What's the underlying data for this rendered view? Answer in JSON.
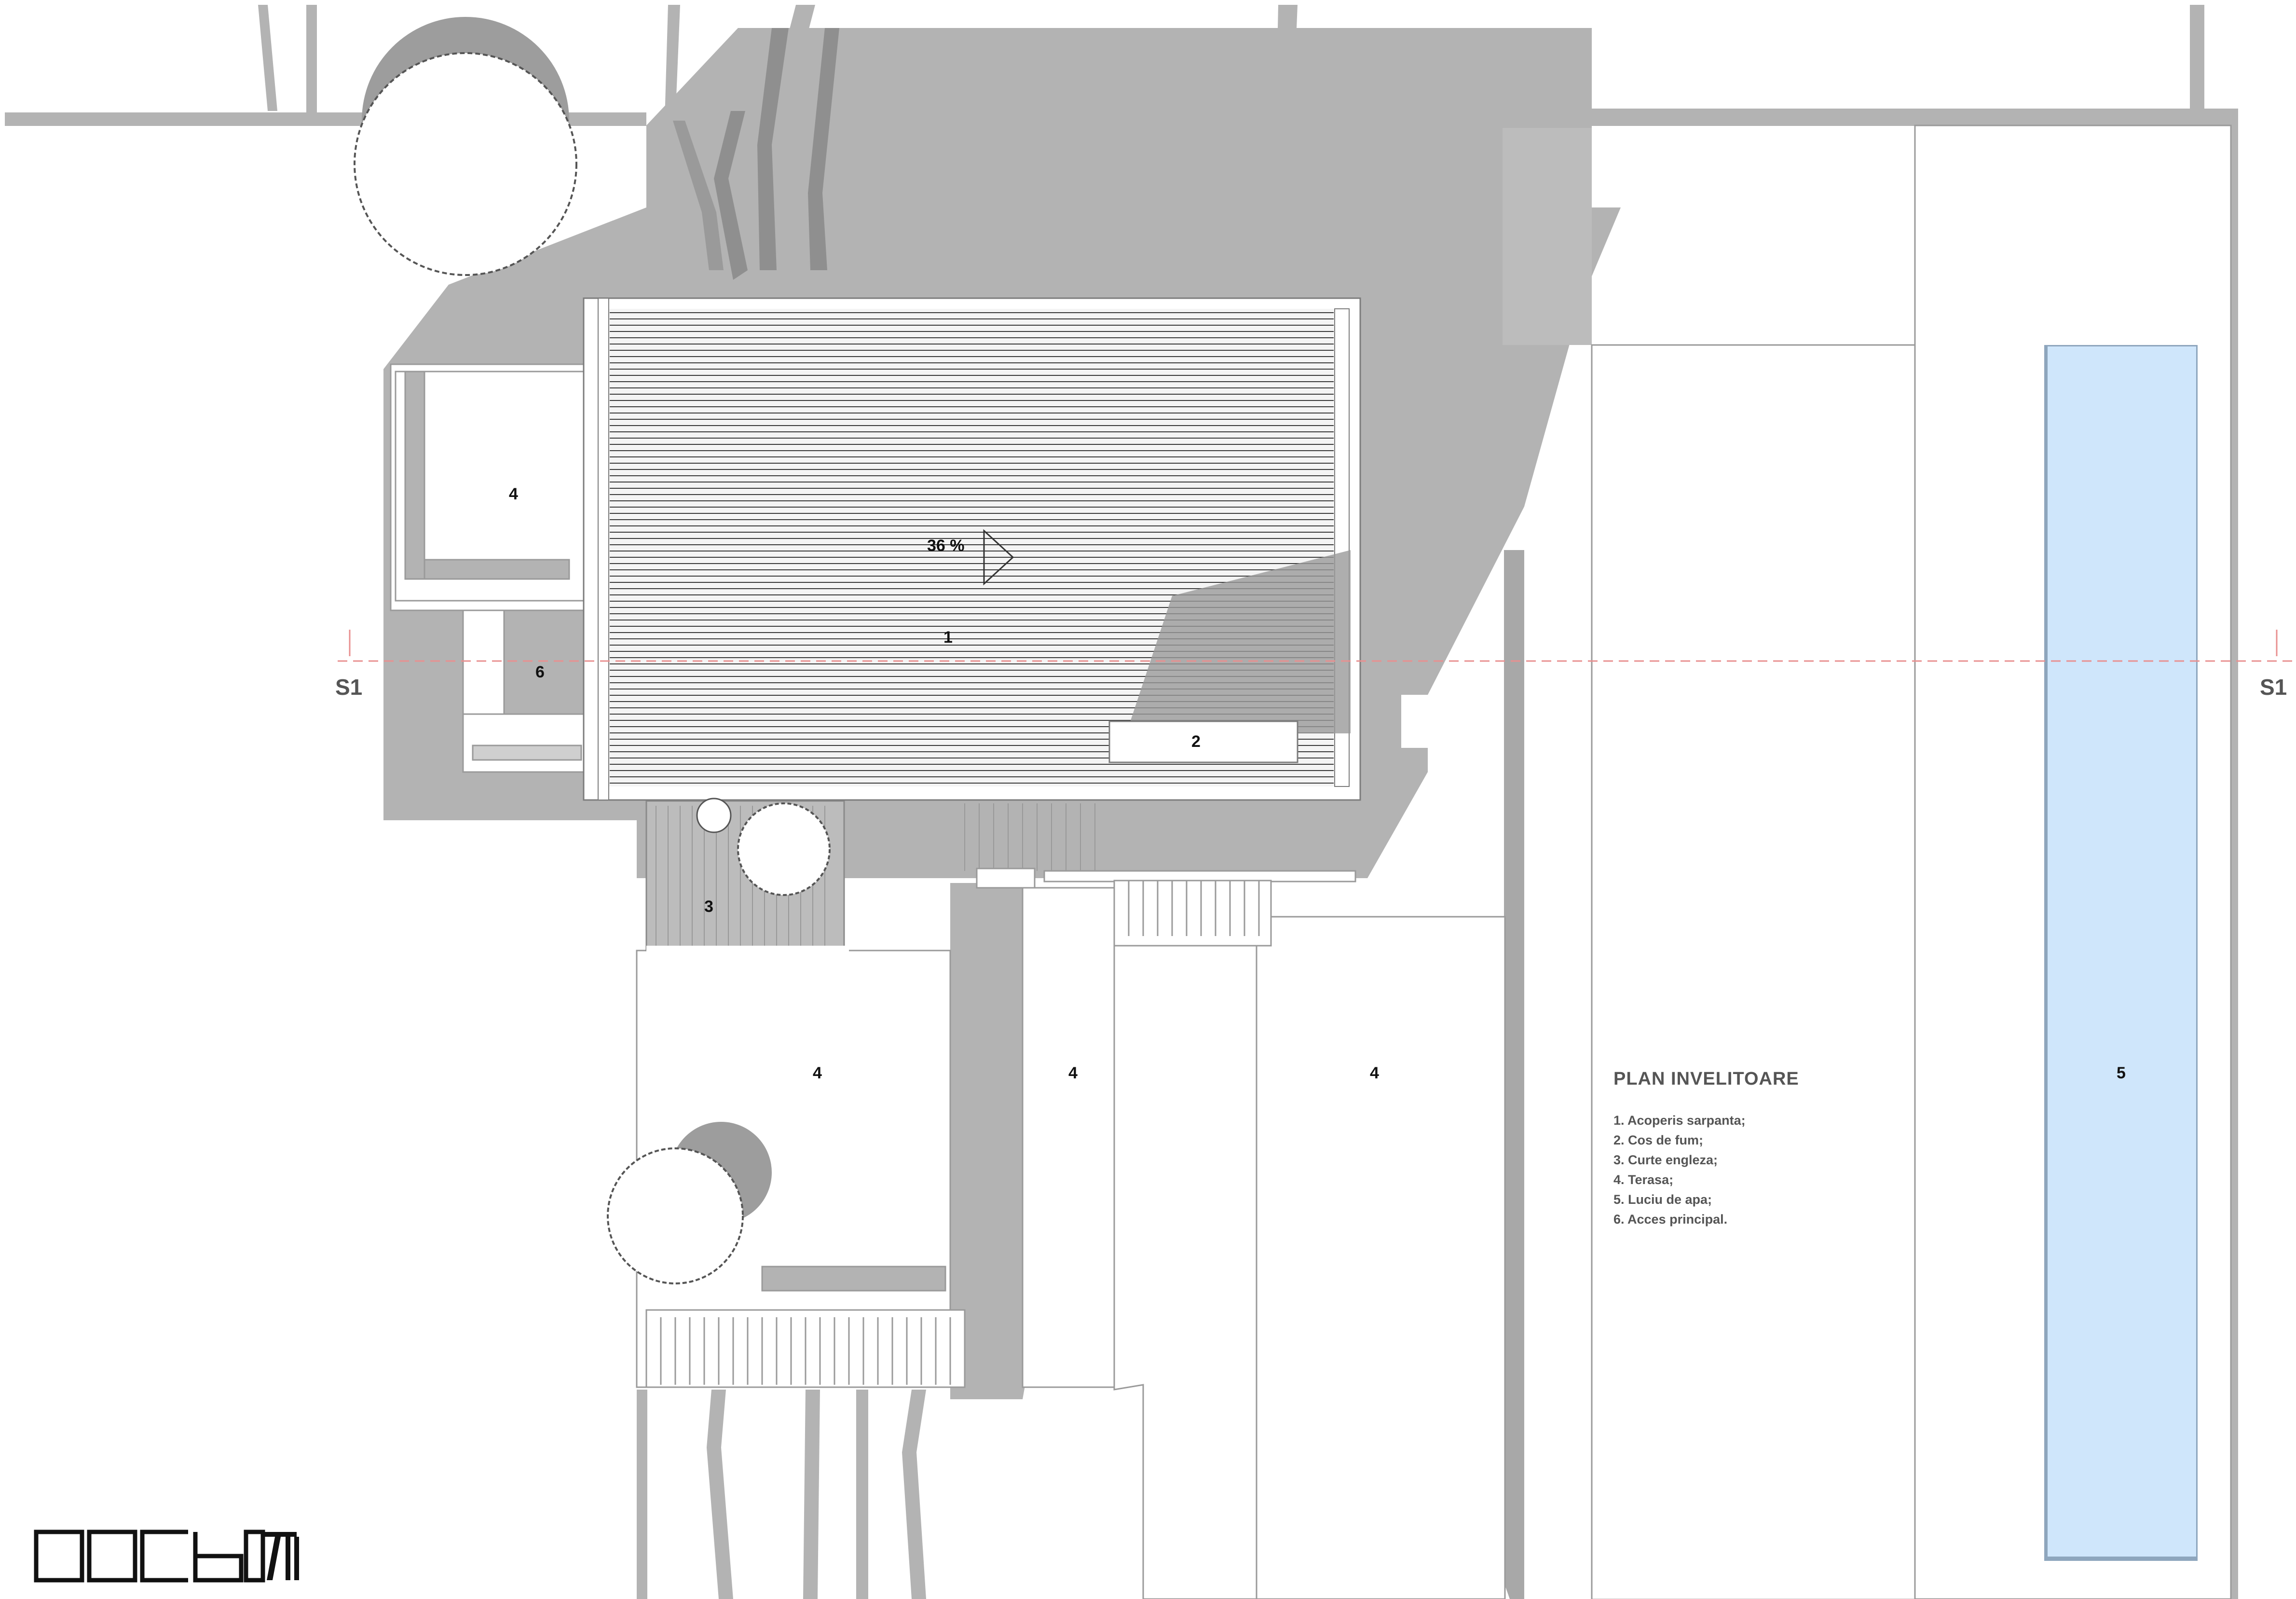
{
  "drawing": {
    "roof_slope": "36 %",
    "section_marker": "S1",
    "zones": {
      "roof": "1",
      "chimney": "2",
      "english_court": "3",
      "terrace": "4",
      "water": "5",
      "entrance": "6"
    }
  },
  "legend": {
    "title": "PLAN INVELITOARE",
    "items": [
      "1. Acoperis sarpanta;",
      "2. Cos de fum;",
      "3. Curte engleza;",
      "4. Terasa;",
      "5. Luciu de apa;",
      "6. Acces principal."
    ]
  },
  "colors": {
    "shadow": "#b3b3b3",
    "shadow_dark": "#8f8f8f",
    "water": "#cfe6fb",
    "water_edge": "#8ea6bd",
    "section_line": "#e89090",
    "outline": "#9a9a9a"
  }
}
